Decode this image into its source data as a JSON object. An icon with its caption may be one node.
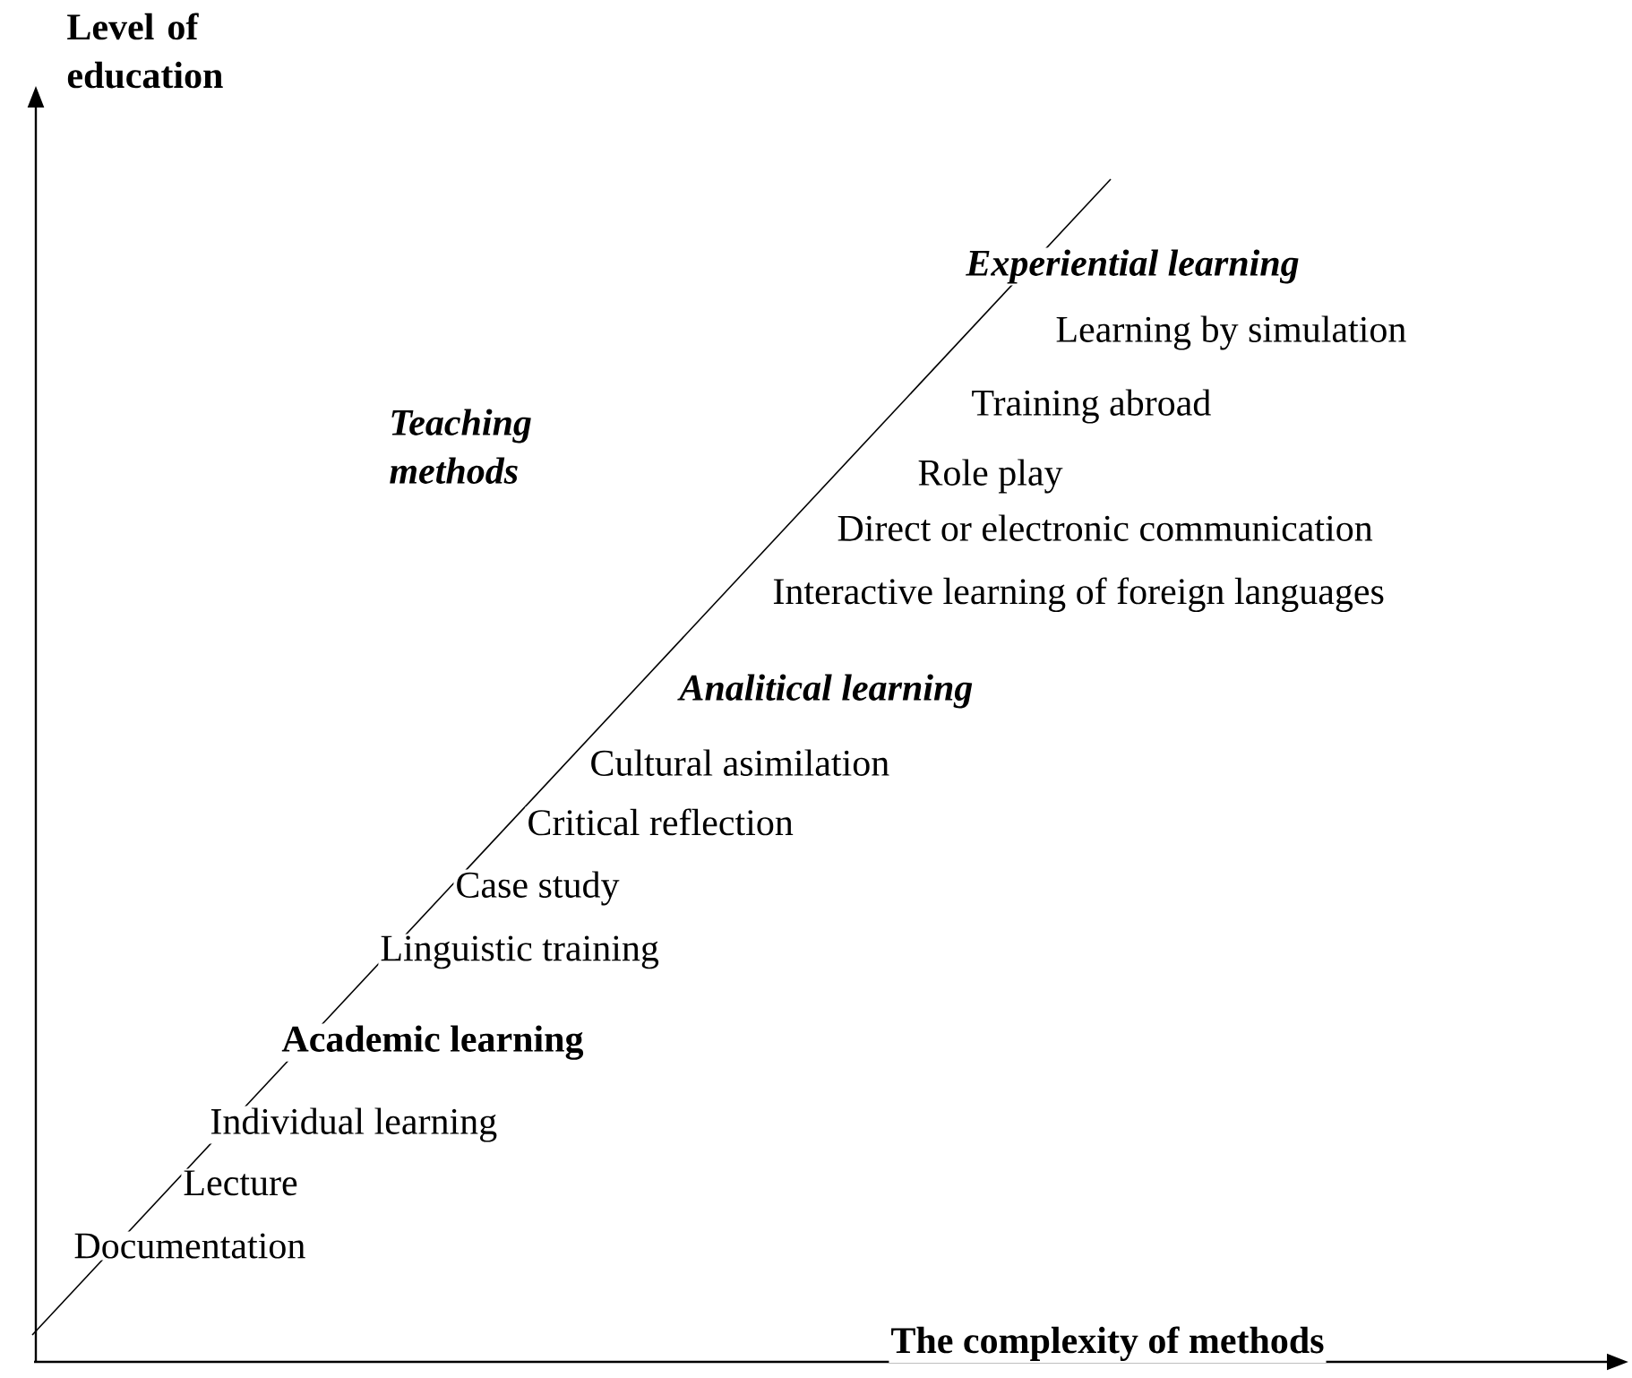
{
  "diagram": {
    "labels": [
      "Level of education",
      "Experiential learning",
      "Learning by simulation",
      "Training abroad",
      "Teaching methods",
      "Role play",
      "Direct or electronic communication",
      "Interactive learning of foreign languages",
      "Analitical learning",
      "Cultural asimilation",
      "Critical reflection",
      "Case study",
      "Linguistic training",
      "Academic learning",
      "Individual learning",
      "Lecture",
      "Documentation",
      "The complexity of methods"
    ]
  }
}
